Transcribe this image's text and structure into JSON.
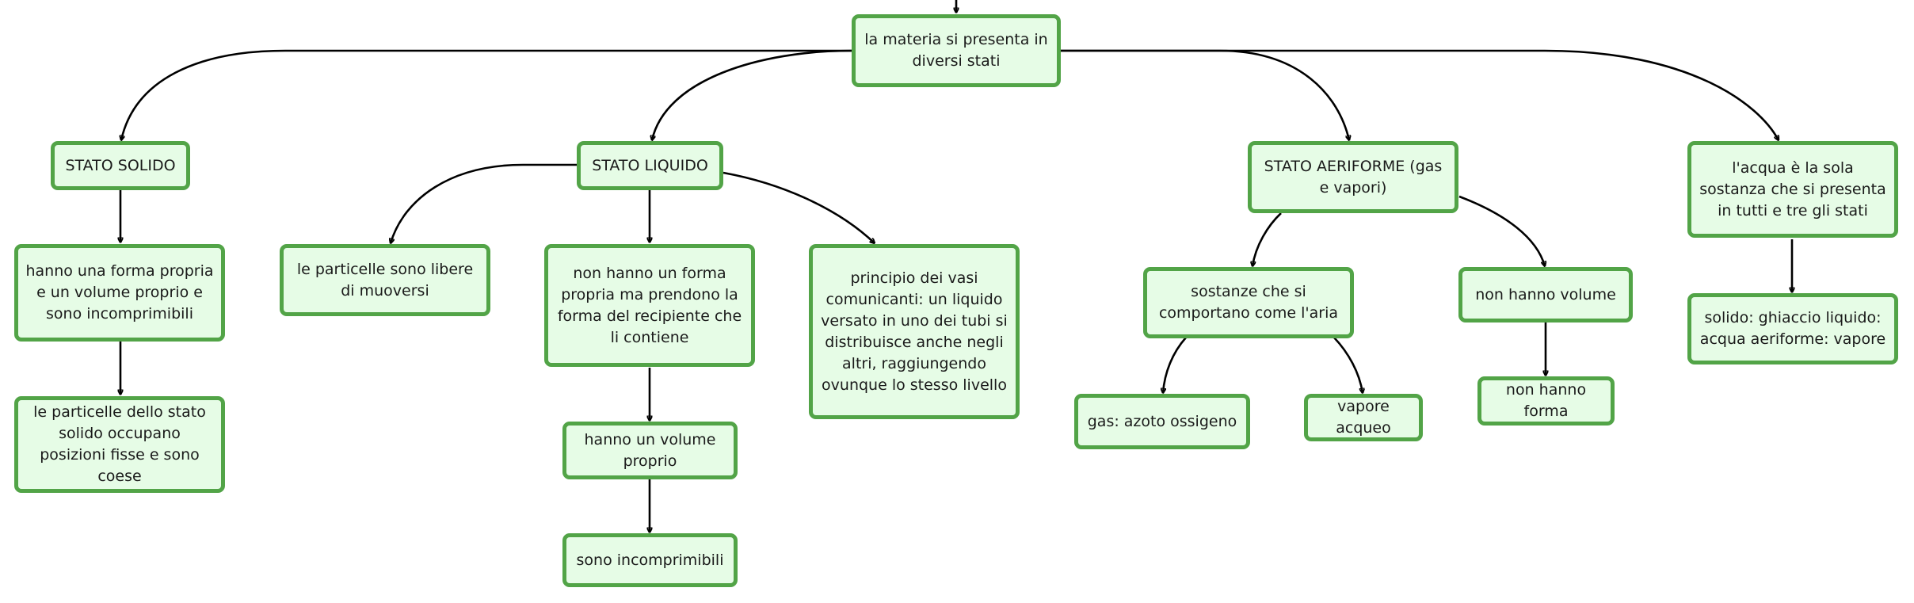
{
  "colors": {
    "node_fill": "#e6fce6",
    "node_border": "#52a447",
    "edge": "#000000",
    "text": "#1a1a1a"
  },
  "nodes": {
    "root": "la materia si presenta in diversi stati",
    "solido": "STATO SOLIDO",
    "liquido": "STATO LIQUIDO",
    "aeriforme": "STATO AERIFORME (gas e vapori)",
    "acqua": "l'acqua è la sola sostanza che si presenta in tutti e tre gli stati",
    "solido_forma": "hanno una forma propria e un volume proprio e sono incomprimibili",
    "solido_particelle": "le particelle dello stato solido occupano posizioni fisse e sono coese",
    "liquido_particelle": "le particelle sono libere di muoversi",
    "liquido_forma": "non hanno un forma propria ma prendono la forma del recipiente che li contiene",
    "liquido_volume": "hanno un volume proprio",
    "liquido_incomprimibili": "sono incomprimibili",
    "vasi_comunicanti": "principio dei vasi comunicanti: un liquido versato in uno dei tubi si distribuisce anche negli altri, raggiungendo ovunque lo stesso livello",
    "sostanze_aria": "sostanze che si comportano come l'aria",
    "gas": "gas: azoto ossigeno",
    "vapore": "vapore acqueo",
    "no_volume": "non hanno volume",
    "no_forma": "non hanno forma",
    "acqua_stati": "solido: ghiaccio liquido: acqua aeriforme: vapore"
  }
}
